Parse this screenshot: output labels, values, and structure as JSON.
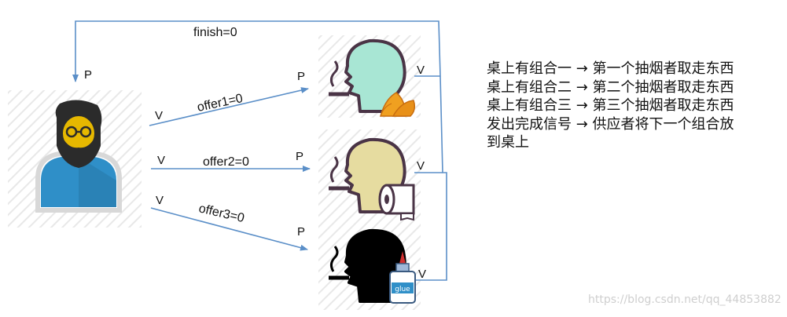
{
  "edges": {
    "finish_label": "finish=0",
    "offer1_label": "offer1=0",
    "offer2_label": "offer2=0",
    "offer3_label": "offer3=0"
  },
  "ops": {
    "p": "P",
    "v": "V"
  },
  "icons": {
    "glue_label": "glue",
    "supplier": "supplier-person-icon",
    "smoker1": "smoker-tobacco-icon",
    "smoker2": "smoker-paper-icon",
    "smoker3": "smoker-glue-icon"
  },
  "description": {
    "lines": [
      "桌上有组合一 → 第一个抽烟者取走东西",
      "桌上有组合二 → 第二个抽烟者取走东西",
      "桌上有组合三 → 第三个抽烟者取走东西",
      "发出完成信号 → 供应者将下一个组合放",
      "到桌上"
    ]
  },
  "watermark": "https://blog.csdn.net/qq_44853882",
  "colors": {
    "arrow": "#5b8fc8",
    "smoker1_face": "#a8e6d4",
    "smoker2_face": "#e6dca0",
    "smoker3_face": "#000000",
    "outline": "#4a3446",
    "supplier_shirt": "#2f8fc8",
    "supplier_hair": "#2b2b2b",
    "supplier_skin": "#e6b800"
  }
}
